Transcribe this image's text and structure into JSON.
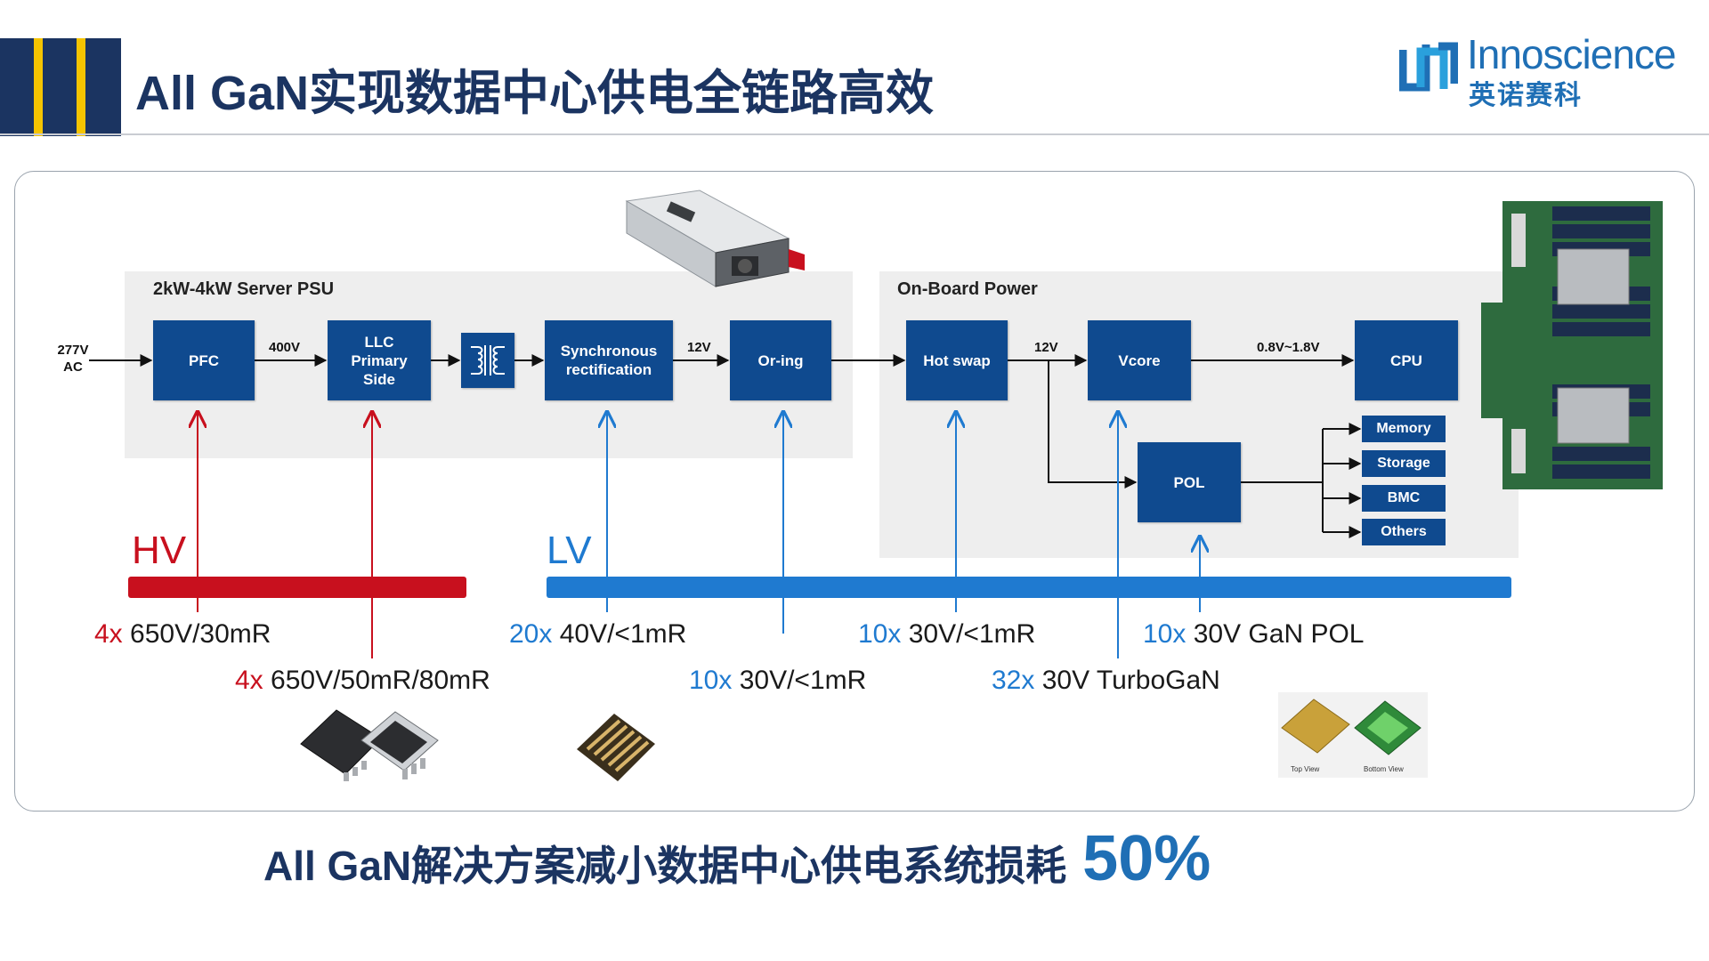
{
  "header": {
    "title": "All GaN实现数据中心供电全链路高效",
    "logo_text_en": "Innoscience",
    "logo_text_cn": "英诺赛科"
  },
  "colors": {
    "navy": "#1b3461",
    "block_blue": "#0f4a8f",
    "hv_red": "#c8101e",
    "lv_blue": "#1f7ad0",
    "stripe_yellow": "#f5c400"
  },
  "diagram": {
    "psu_group_label": "2kW-4kW Server PSU",
    "board_group_label": "On-Board Power",
    "input_label": "277V\nAC",
    "blocks": {
      "pfc": "PFC",
      "llc": "LLC\nPrimary\nSide",
      "sync": "Synchronous\nrectification",
      "oring": "Or-ing",
      "hotswap": "Hot swap",
      "vcore": "Vcore",
      "cpu": "CPU",
      "pol": "POL"
    },
    "loads": [
      "Memory",
      "Storage",
      "BMC",
      "Others"
    ],
    "connector_labels": {
      "pfc_to_llc": "400V",
      "sync_to_oring": "12V",
      "hotswap_to_vcore": "12V",
      "vcore_to_cpu": "0.8V~1.8V"
    },
    "icons": [
      "transformer-icon",
      "psu-module-image",
      "server-board-image",
      "gan-package-image",
      "gan-die-image",
      "gan-pol-image"
    ]
  },
  "bars": {
    "hv_label": "HV",
    "lv_label": "LV"
  },
  "devices": [
    {
      "count": "4x",
      "spec": "650V/30mR",
      "domain": "hv"
    },
    {
      "count": "4x",
      "spec": "650V/50mR/80mR",
      "domain": "hv"
    },
    {
      "count": "20x",
      "spec": "40V/<1mR",
      "domain": "lv"
    },
    {
      "count": "10x",
      "spec": "30V/<1mR",
      "domain": "lv"
    },
    {
      "count": "10x",
      "spec": "30V/<1mR",
      "domain": "lv"
    },
    {
      "count": "32x",
      "spec": "30V TurboGaN",
      "domain": "lv"
    },
    {
      "count": "10x",
      "spec": "30V GaN POL",
      "domain": "lv"
    }
  ],
  "pol_image_captions": {
    "top": "Top View",
    "bottom": "Bottom View"
  },
  "summary": {
    "text": "All GaN解决方案减小数据中心供电系统损耗",
    "value": "50%"
  }
}
